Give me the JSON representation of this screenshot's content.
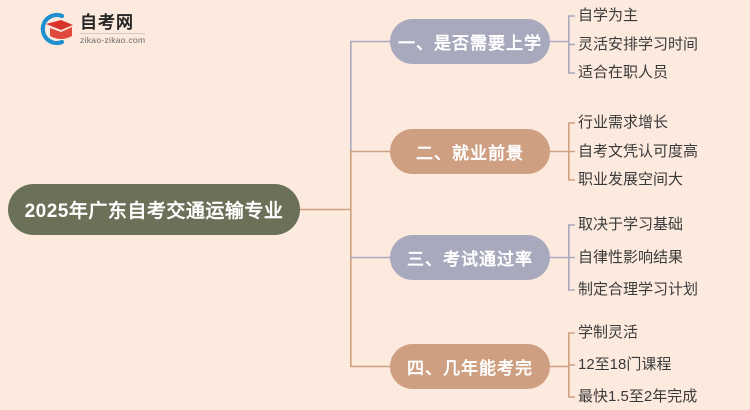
{
  "logo": {
    "name": "zikao-logo",
    "title": "自考网",
    "subtitle": "zikao-zikao.com",
    "arc_color": "#1f8fd0",
    "cap_color": "#d9342b"
  },
  "colors": {
    "background": "#fdeade",
    "center_node": "#6b7158",
    "branch_purple": "#a9a9bd",
    "branch_tan": "#cf9f82",
    "leaf_text": "#3a3a3a"
  },
  "mindmap": {
    "root": {
      "label": "2025年广东自考交通运输专业",
      "color": "#6b7158"
    },
    "branches": [
      {
        "label": "一、是否需要上学",
        "color": "#a9a9bd",
        "leaves": [
          "自学为主",
          "灵活安排学习时间",
          "适合在职人员"
        ]
      },
      {
        "label": "二、就业前景",
        "color": "#cf9f82",
        "leaves": [
          "行业需求增长",
          "自考文凭认可度高",
          "职业发展空间大"
        ]
      },
      {
        "label": "三、考试通过率",
        "color": "#a9a9bd",
        "leaves": [
          "取决于学习基础",
          "自律性影响结果",
          "制定合理学习计划"
        ]
      },
      {
        "label": "四、几年能考完",
        "color": "#cf9f82",
        "leaves": [
          "学制灵活",
          "12至18门课程",
          "最快1.5至2年完成"
        ]
      }
    ]
  }
}
